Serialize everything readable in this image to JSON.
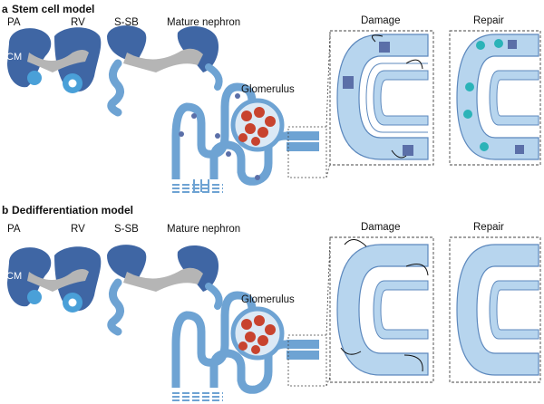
{
  "panel_a": {
    "letter": "a",
    "title": "Stem cell model",
    "labels": {
      "pa": "PA",
      "rv": "RV",
      "ssb": "S-SB",
      "mature": "Mature nephron",
      "glomerulus": "Glomerulus",
      "damage": "Damage",
      "repair": "Repair",
      "cm": "CM"
    }
  },
  "panel_b": {
    "letter": "b",
    "title": "Dedifferentiation model",
    "labels": {
      "pa": "PA",
      "rv": "RV",
      "ssb": "S-SB",
      "mature": "Mature nephron",
      "glomerulus": "Glomerulus",
      "damage": "Damage",
      "repair": "Repair",
      "cm": "CM"
    }
  },
  "colors": {
    "cap_mesenchyme": "#3f66a4",
    "progenitor": "#4aa0d8",
    "tubule": "#6ea3d3",
    "tubule_light": "#c3dff2",
    "stroma_grey": "#b5b5b5",
    "glomerulus_red": "#c8432e",
    "stem_cell": "#5b6fa8",
    "repair_cell": "#2bb3b8"
  }
}
